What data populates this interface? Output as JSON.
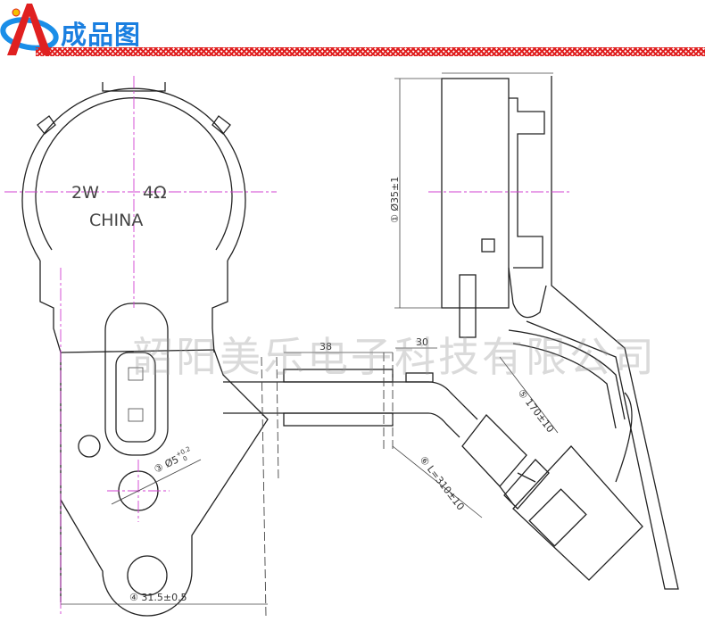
{
  "header": {
    "title": "成品图",
    "accent_color": "#1a7fe0",
    "strip_color": "#e02020"
  },
  "marking": {
    "power": "2W",
    "impedance": "4Ω",
    "origin": "CHINA"
  },
  "dimensions": {
    "diameter": "① Ø35±1",
    "hole": "③ Ø5",
    "hole_tol_upper": "+0.2",
    "hole_tol_lower": "0",
    "width": "④ 31.5±0.5",
    "lead_segment_a": "38",
    "lead_segment_b": "30",
    "lead_to_connector": "⑤ 170±10",
    "lead_length": "⑥ L=310±10"
  },
  "watermark": "韶阳美乐电子科技有限公司"
}
